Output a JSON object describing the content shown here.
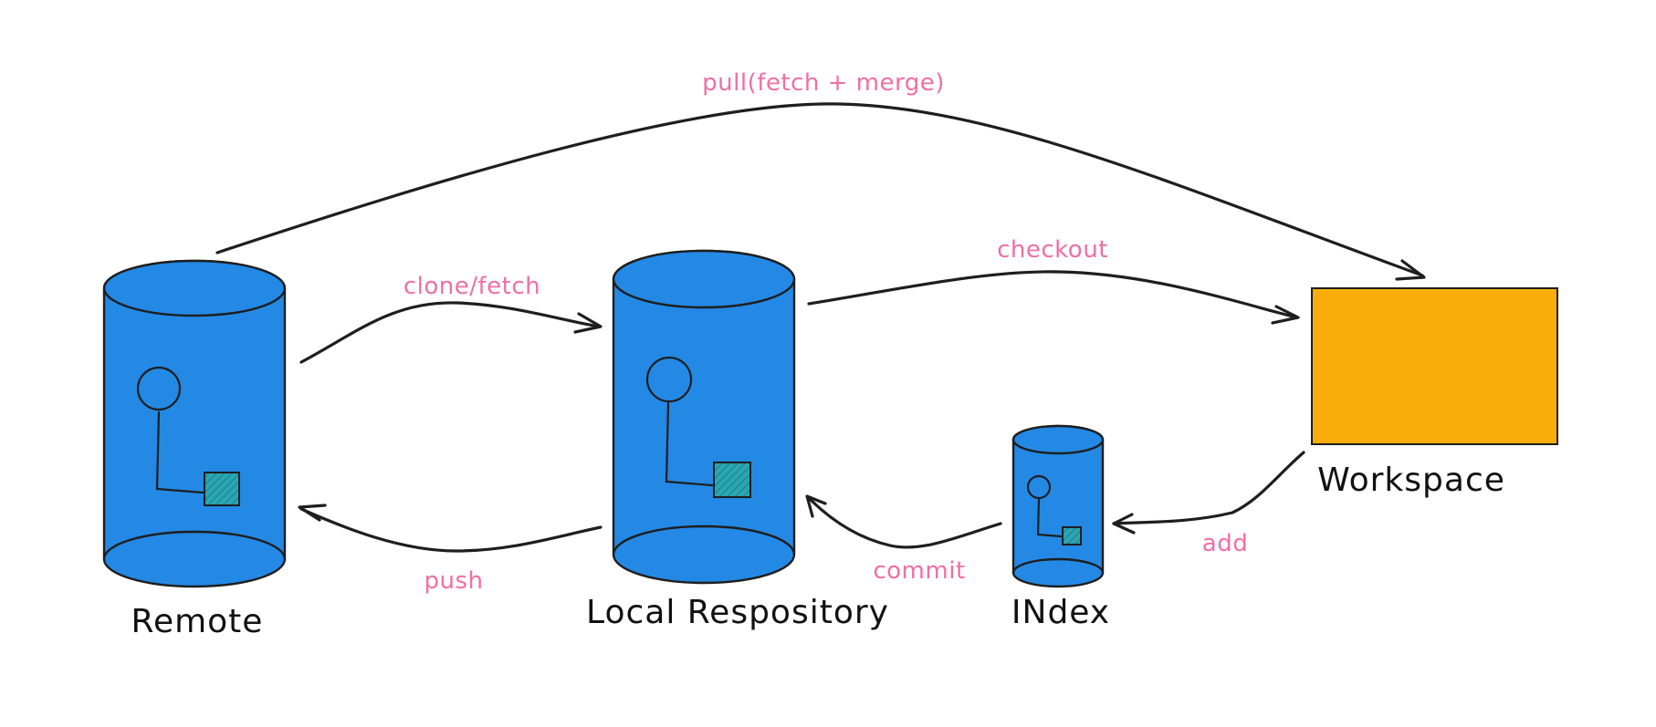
{
  "diagram": {
    "colors": {
      "cylinder_fill": "#2389e5",
      "workspace_fill": "#f8ad0a",
      "edge_label": "#f06fa6",
      "stroke": "#1e1e1e",
      "commit_fill": "#2aa6b3",
      "background": "#ffffff"
    },
    "nodes": {
      "remote": {
        "label": "Remote",
        "shape": "cylinder"
      },
      "local_repository": {
        "label": "Local Respository",
        "shape": "cylinder"
      },
      "index": {
        "label": "INdex",
        "shape": "cylinder"
      },
      "workspace": {
        "label": "Workspace",
        "shape": "rectangle"
      }
    },
    "edges": {
      "pull": {
        "label": "pull(fetch + merge)",
        "from": "Remote",
        "to": "Workspace"
      },
      "clone_fetch": {
        "label": "clone/fetch",
        "from": "Remote",
        "to": "Local Respository"
      },
      "checkout": {
        "label": "checkout",
        "from": "Local Respository",
        "to": "Workspace"
      },
      "push": {
        "label": "push",
        "from": "Local Respository",
        "to": "Remote"
      },
      "commit": {
        "label": "commit",
        "from": "INdex",
        "to": "Local Respository"
      },
      "add": {
        "label": "add",
        "from": "Workspace",
        "to": "INdex"
      }
    }
  }
}
